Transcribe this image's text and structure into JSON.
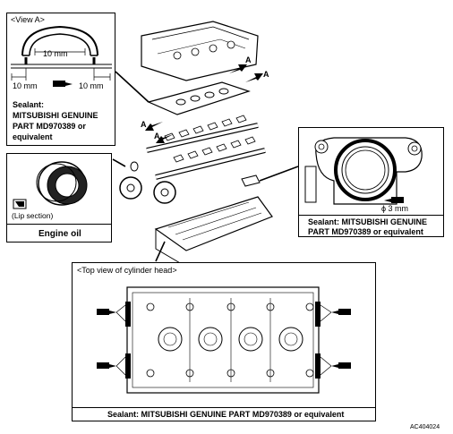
{
  "view_a": {
    "title": "<View A>",
    "dim_center": "10 mm",
    "dim_left": "10 mm",
    "dim_right": "10 mm",
    "sealant_label": "Sealant:",
    "sealant_line1": "MITSUBISHI GENUINE",
    "sealant_line2": "PART MD970389 or",
    "sealant_line3": "equivalent"
  },
  "oil_seal": {
    "lip_section": "(Lip section)",
    "caption": "Engine oil"
  },
  "cam_housing": {
    "dim_diameter": "ϕ 3 mm",
    "sealant_line1": "Sealant: MITSUBISHI GENUINE",
    "sealant_line2": "PART MD970389 or equivalent"
  },
  "exploded": {
    "arrow_labels": [
      "A",
      "A",
      "A",
      "A"
    ]
  },
  "top_view": {
    "title": "<Top view of cylinder head>",
    "sealant": "Sealant: MITSUBISHI GENUINE PART MD970389 or equivalent"
  },
  "figure_code": "AC404024"
}
